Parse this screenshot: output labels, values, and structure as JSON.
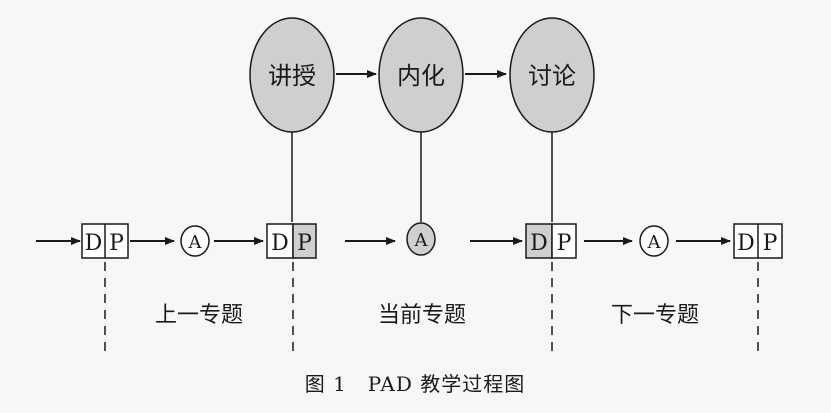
{
  "stages": [
    {
      "label": "讲授"
    },
    {
      "label": "内化"
    },
    {
      "label": "讨论"
    }
  ],
  "boxes": [
    {
      "left": "D",
      "right": "P",
      "shaded": false
    },
    {
      "left": "D",
      "right": "P",
      "shaded": true
    },
    {
      "left": "D",
      "right": "P",
      "shaded": true
    },
    {
      "left": "D",
      "right": "P",
      "shaded": false
    }
  ],
  "nodes": [
    {
      "label": "A",
      "shaded": false
    },
    {
      "label": "A",
      "shaded": true
    },
    {
      "label": "A",
      "shaded": false
    }
  ],
  "topics": [
    {
      "label": "上一专题"
    },
    {
      "label": "当前专题"
    },
    {
      "label": "下一专题"
    }
  ],
  "caption": "图 1　PAD 教学过程图",
  "colors": {
    "stroke": "#1a1a1a",
    "shade": "#cfcfcf",
    "background": "#f7f7f6"
  }
}
